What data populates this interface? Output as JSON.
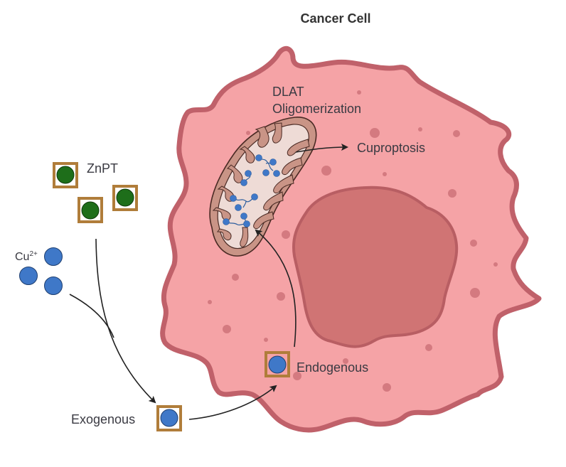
{
  "title": "Cancer Cell",
  "labels": {
    "dlat_line1": "DLAT",
    "dlat_line2": "Oligomerization",
    "cuproptosis": "Cuproptosis",
    "znpt": "ZnPT",
    "cu_base": "Cu",
    "cu_charge": "2+",
    "exogenous": "Exogenous",
    "endogenous": "Endogenous"
  },
  "colors": {
    "cell_fill": "#f5a3a6",
    "cell_stroke": "#c0616a",
    "nucleus_fill": "#d07474",
    "nucleus_stroke": "#b85e63",
    "granule": "#d47a80",
    "mito_outer": "#c99486",
    "mito_inner": "#eedbd6",
    "mito_stroke": "#4a2a24",
    "copper_ion": "#3f78c8",
    "zinc_complex": "#1e6e1a",
    "chelator_box": "#b07d3a",
    "arrow": "#222222"
  },
  "legend": {
    "znpt_complexes": 3,
    "cu_ions_free": 3
  }
}
